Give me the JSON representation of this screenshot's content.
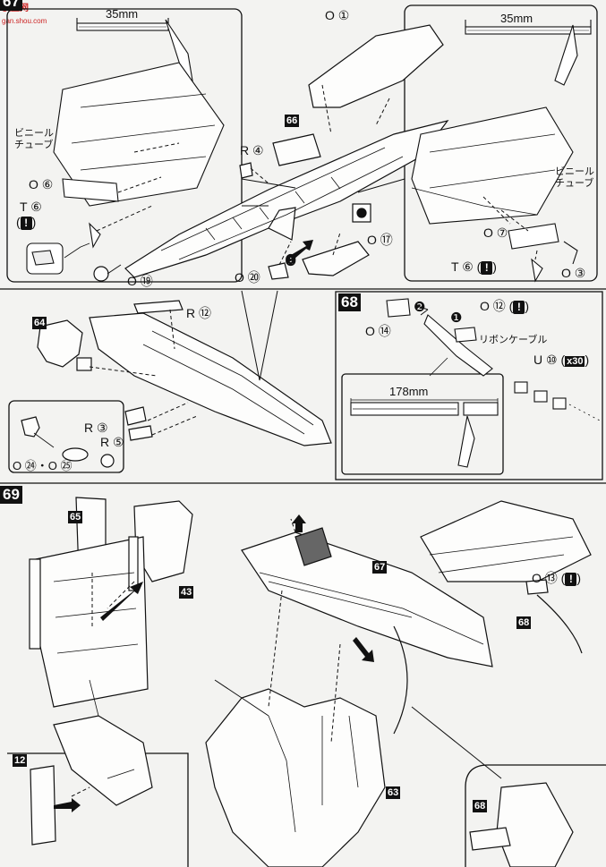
{
  "watermark": {
    "title": "模型网",
    "url": "gan.shou.com"
  },
  "steps": {
    "s67": "67",
    "s68": "68",
    "s69": "69"
  },
  "refs": {
    "r66": "66",
    "r64": "64",
    "r65": "65",
    "r43": "43",
    "r67": "67",
    "r12": "12",
    "r63": "63",
    "r68a": "68",
    "r68b": "68"
  },
  "measure": {
    "cut_left": "35mm",
    "cut_right": "35mm",
    "ribbon": "178mm"
  },
  "labels": {
    "vinyl_tube_l1": "ビニール",
    "vinyl_tube_l2": "チューブ",
    "ribbon_cable": "リボンケーブル",
    "o1": "O ①",
    "r4": "R ④",
    "o6": "O ⑥",
    "t6_left": "T ⑥",
    "o17": "O ⑰",
    "o19": "O ⑲",
    "o20": "O ⑳",
    "o7": "O ⑦",
    "t6_right": "T ⑥ (",
    "o3": "O ③",
    "r12": "R ⑫",
    "r3": "R ③",
    "r5": "R ⑤",
    "o24_25": "O ㉔・O ㉕",
    "o14": "O ⑭",
    "o12": "O ⑫ (",
    "u10": "U ⑩ (",
    "x30": "x30",
    "o13": "O ⑬ (",
    "close_paren": ")",
    "warn": "!",
    "num1": "❶",
    "num2": "❷"
  }
}
